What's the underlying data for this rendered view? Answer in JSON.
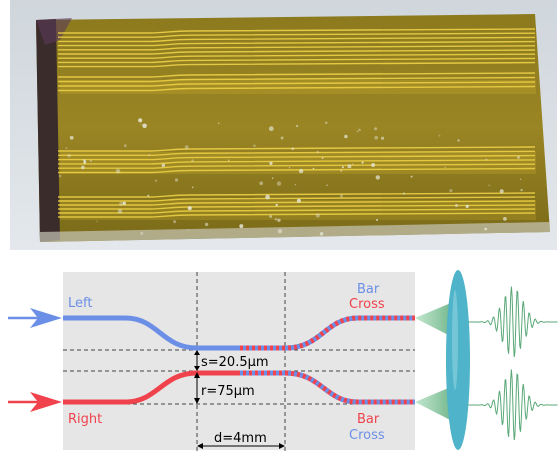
{
  "photo": {
    "description_icon": "waveguide-chip-photo"
  },
  "schematic": {
    "inputs": {
      "top": "Left",
      "bottom": "Right"
    },
    "outputs_top": {
      "line1": "Bar",
      "line2": "Cross"
    },
    "outputs_bottom": {
      "line1": "Bar",
      "line2": "Cross"
    },
    "dimensions": {
      "separation": "s=20.5μm",
      "radius": "r=75μm",
      "length": "d=4mm"
    }
  },
  "colors": {
    "blue": "#6b8fe6",
    "red": "#f0424c",
    "green": "#5aa878",
    "lens": "#4fb3c9",
    "panel": "#e6e6e6"
  }
}
